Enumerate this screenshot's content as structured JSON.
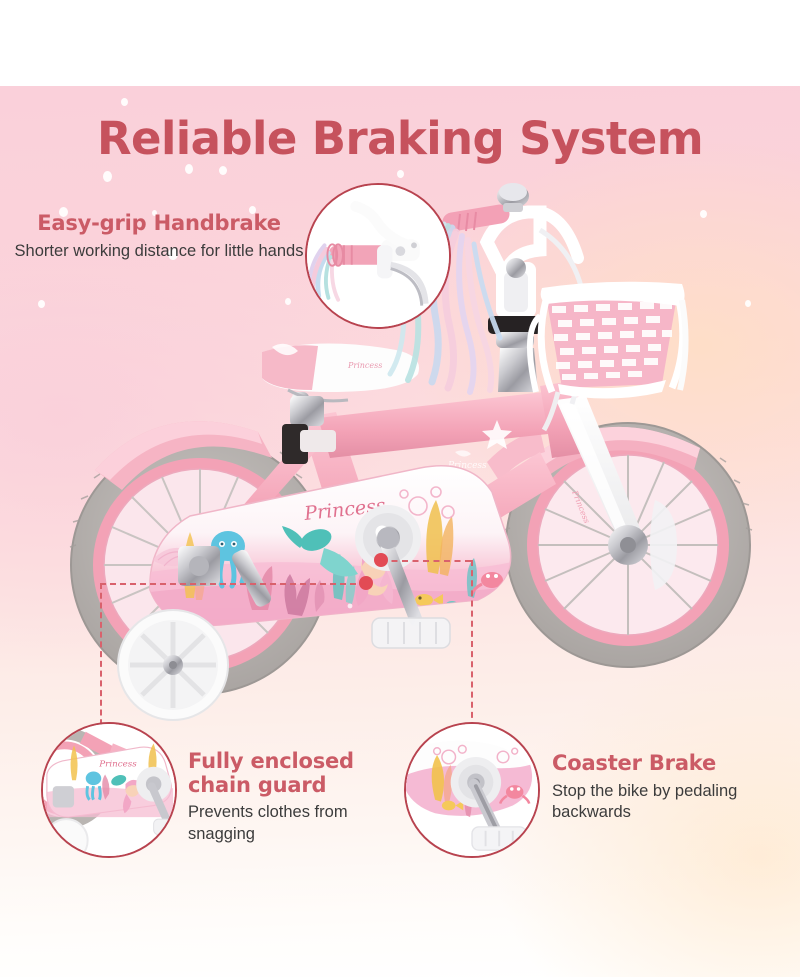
{
  "page": {
    "title": "Reliable Braking System",
    "product": "kids-bicycle-princess",
    "background_colors": {
      "top_band": "#ffffff",
      "pink": "#fad0da",
      "peach": "#ffe8cd",
      "fade": "#ffffff"
    }
  },
  "colors": {
    "title": "#c6525d",
    "heading": "#cb5b66",
    "body_text": "#3c3c3c",
    "connector": "#d9616c",
    "marker_dot": "#e24b55",
    "inset_border": "#b8434f",
    "bike_pink": "#f6aebe",
    "bike_pink_dark": "#e98fa6",
    "bike_white": "#fdfdfd",
    "tire_grey": "#b9b5b2",
    "rim_pink": "#f3a2b6",
    "chrome": "#cfcfd3"
  },
  "callouts": [
    {
      "id": "handbrake",
      "heading": "Easy-grip Handbrake",
      "body": "Shorter working distance for little hands",
      "inset_name": "handbrake-detail-photo"
    },
    {
      "id": "chainguard",
      "heading": "Fully enclosed chain guard",
      "body": "Prevents clothes from snagging",
      "inset_name": "chain-guard-detail-photo"
    },
    {
      "id": "coaster",
      "heading": "Coaster Brake",
      "body": "Stop the bike by pedaling backwards",
      "inset_name": "coaster-brake-detail-photo"
    }
  ],
  "bike": {
    "chainguard_script": "Princess",
    "chainguard_motifs": [
      "mermaid",
      "octopus",
      "coral",
      "seaweed",
      "fish",
      "crab",
      "bubbles"
    ],
    "parts": [
      "front-basket",
      "handlebar",
      "bell",
      "streamers",
      "saddle",
      "front-fender",
      "rear-fender",
      "front-wheel",
      "rear-wheel",
      "training-wheel",
      "pedal",
      "crank",
      "chain-guard",
      "fork",
      "frame"
    ]
  }
}
